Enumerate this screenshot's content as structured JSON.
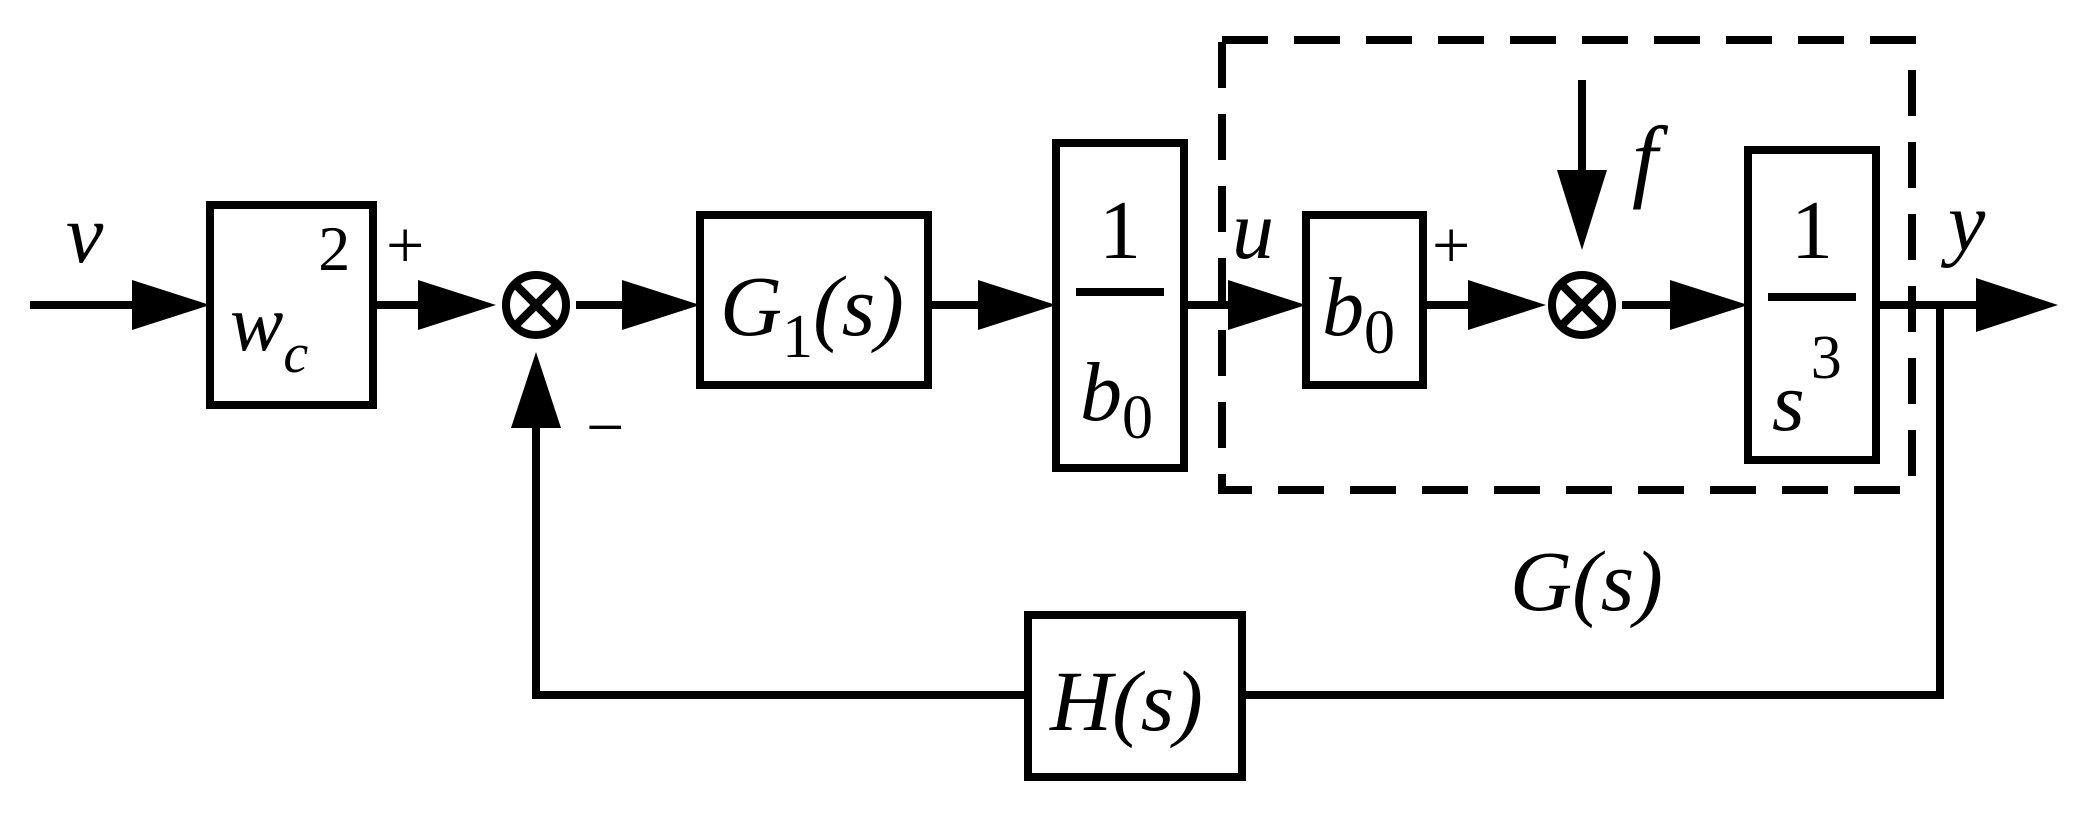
{
  "signals": {
    "input": "v",
    "control": "u",
    "disturbance": "f",
    "output": "y"
  },
  "signs": {
    "sum1_plus": "+",
    "sum1_minus": "−",
    "sum2_plus": "+"
  },
  "blocks": {
    "gain": {
      "base": "w",
      "sub": "c",
      "sup": "2"
    },
    "g1": {
      "base": "G",
      "sub": "1",
      "arg": "(s)"
    },
    "inv_b0": {
      "num": "1",
      "den_base": "b",
      "den_sub": "0"
    },
    "b0": {
      "base": "b",
      "sub": "0"
    },
    "plant": {
      "num": "1",
      "den_base": "s",
      "den_sup": "3"
    },
    "h": {
      "base": "H",
      "arg": "(s)"
    }
  },
  "group": {
    "label": "G(s)"
  },
  "colors": {
    "stroke": "#000000",
    "background": "#ffffff"
  }
}
